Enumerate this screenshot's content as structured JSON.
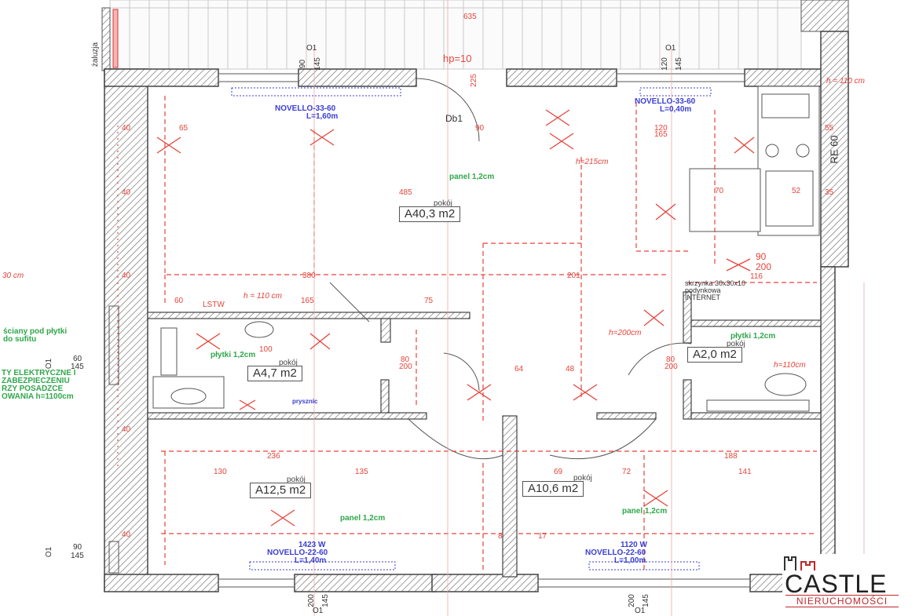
{
  "rooms": [
    {
      "word": "pokój",
      "area": "A40,3 m2"
    },
    {
      "word": "pokój",
      "area": "A4,7 m2"
    },
    {
      "word": "pokój",
      "area": "A2,0 m2"
    },
    {
      "word": "pokój",
      "area": "A12,5 m2"
    },
    {
      "word": "pokój",
      "area": "A10,6 m2"
    }
  ],
  "radiators": {
    "r1": {
      "label": "NOVELLO-33-60",
      "len": "L=1,60m"
    },
    "r2": {
      "label": "NOVELLO-33-60",
      "len": "L=0,40m"
    },
    "r3": {
      "watt": "1423 W",
      "label": "NOVELLO-22-60",
      "len": "L=1,40m"
    },
    "r4": {
      "watt": "1120 W",
      "label": "NOVELLO-22-60",
      "len": "L=1,00m"
    }
  },
  "notes": {
    "hp": "hp=10",
    "db1": "Db1",
    "panel1": "panel 1,2cm",
    "panel2": "panel 1,2cm",
    "panel3": "panel 1,2cm",
    "plytki1": "płytki 1,2cm",
    "plytki2": "płytki 1,2cm",
    "prysznic": "prysznic",
    "h110a": "h = 110 cm",
    "h110b": "h = 110 cm",
    "h110c": "h=110cm",
    "h215": "h=215cm",
    "h200": "h=200cm",
    "h30": "30 cm",
    "skrzynka1": "skrzynka 30x30x10",
    "skrzynka2": "podynkowa",
    "skrzynka3": "INTERNET",
    "zaluzja": "żaluzja",
    "re60": "RE 60",
    "lstw": "LSTW",
    "left1": "ściany pod płytki",
    "left2": "do sufitu",
    "left3": "TY ELEKTRYCZNE I",
    "left4": "ZABEZPIECZENIU",
    "left5": "RZY POSADZCE",
    "left6": "OWANIA h=1100cm",
    "o1": "O1",
    "o1b": "O1",
    "o1c": "O1",
    "o1d": "O1",
    "o1e": "O1",
    "o1f": "O1"
  },
  "dims": {
    "d635": "635",
    "d90a": "90",
    "d145a": "145",
    "d120a": "120",
    "d145b": "145",
    "d225": "225",
    "d65": "65",
    "d90b": "90",
    "d120b": "120",
    "d165a": "165",
    "d485": "485",
    "d380": "380",
    "d201": "201",
    "d165b": "165",
    "d75": "75",
    "d60": "60",
    "d100": "100",
    "d80a": "80",
    "d200a": "200",
    "d80b": "80",
    "d200b": "200",
    "d64": "64",
    "d48": "48",
    "d90c": "90",
    "d200c": "200",
    "d116": "116",
    "d70": "70",
    "d52": "52",
    "d236": "236",
    "d130": "130",
    "d135": "135",
    "d188": "188",
    "d141": "141",
    "d69": "69",
    "d72": "72",
    "d17": "17",
    "d8": "8",
    "d200d": "200",
    "d145c": "145",
    "d200e": "200",
    "d145d": "145",
    "d60b": "60",
    "d145e": "145",
    "d90d": "90",
    "d145f": "145",
    "d40a": "40",
    "d40b": "40",
    "d40c": "40",
    "d40d": "40",
    "d40e": "40",
    "d55": "55",
    "d35": "35"
  },
  "logo": {
    "word": "CASTLE",
    "sub": "NIERUCHOMOŚCI"
  }
}
